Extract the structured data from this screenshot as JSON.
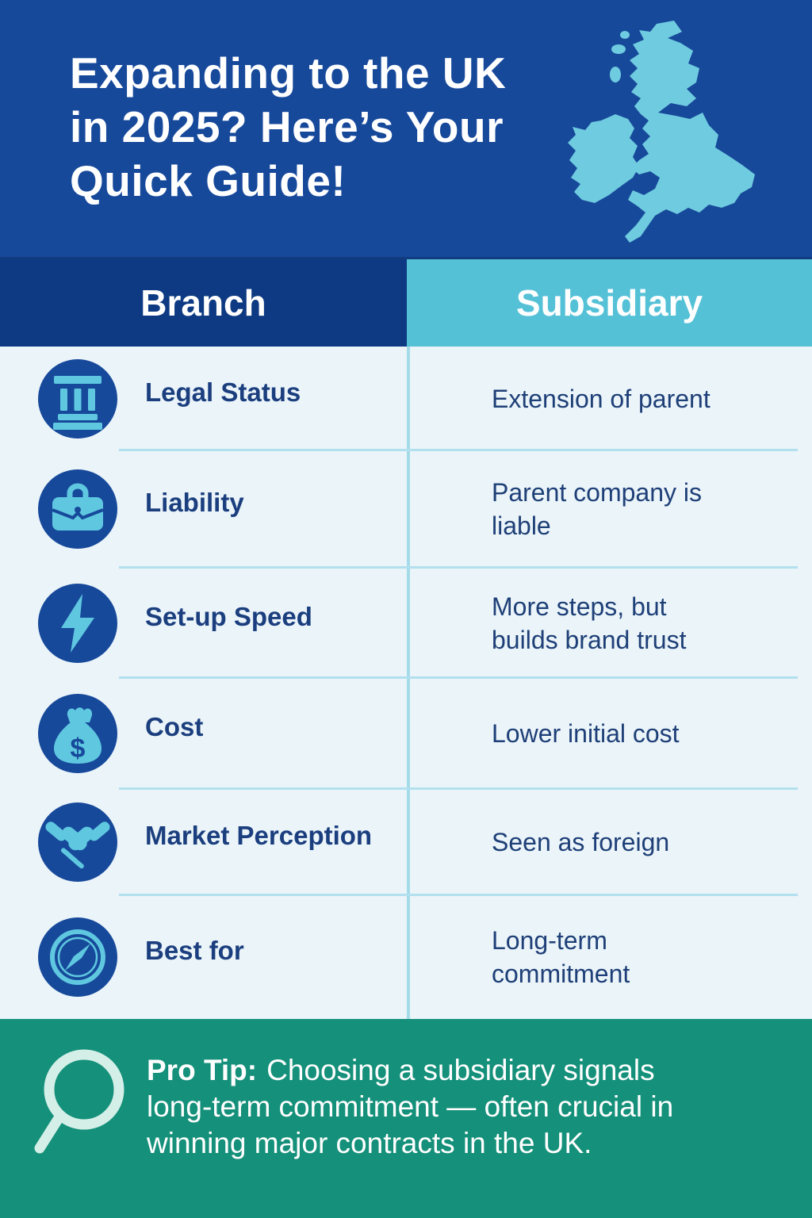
{
  "header": {
    "title_lines": [
      "Expanding to the UK",
      "in 2025? Here’s Your",
      "Quick Guide!"
    ],
    "map_icon": "uk-ireland-map"
  },
  "table": {
    "columns": [
      {
        "label": "Branch"
      },
      {
        "label": "Subsidiary"
      }
    ],
    "rows": [
      {
        "icon": "bank-columns-icon",
        "label": "Legal Status",
        "value": "Extension of parent"
      },
      {
        "icon": "briefcase-icon",
        "label": "Liability",
        "value": "Parent company is liable"
      },
      {
        "icon": "lightning-icon",
        "label": "Set-up Speed",
        "value": "More steps, but builds brand trust"
      },
      {
        "icon": "money-bag-icon",
        "label": "Cost",
        "value": "Lower initial cost"
      },
      {
        "icon": "handshake-icon",
        "label": "Market Perception",
        "value": "Seen as foreign"
      },
      {
        "icon": "compass-icon",
        "label": "Best for",
        "value": "Long-term commitment"
      }
    ]
  },
  "footer": {
    "icon": "magnifier-icon",
    "tip_label": "Pro Tip:",
    "tip_text": "Choosing a subsidiary signals long-term commitment — often crucial in winning major contracts in the UK."
  },
  "colors": {
    "top_header_bg": "#17499B",
    "branch_header_bg": "#0D3A82",
    "subsidiary_header_bg": "#55C1D7",
    "table_bg": "#EAF4F9",
    "map_fill": "#6FCBDF",
    "icon_circle": "#17499B",
    "icon_glyph": "#5FC8E0",
    "divider": "#A5DAE9",
    "separator": "#B2E0EE",
    "label_text": "#1B3E7E",
    "value_text": "#1E3F77",
    "footer_bg": "#15907A",
    "footer_text": "#FFFFFF",
    "magnifier": "#D4EFE8"
  }
}
